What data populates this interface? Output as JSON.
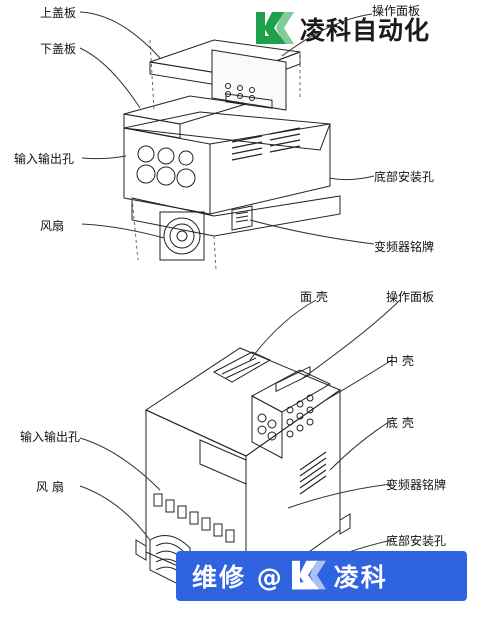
{
  "watermark_top": {
    "text": "凌科自动化"
  },
  "watermark_bottom": {
    "prefix": "维修 @",
    "suffix": "凌科"
  },
  "diagram_top": {
    "labels": {
      "upper_cover": "上盖板",
      "lower_cover": "下盖板",
      "operation_panel": "操作面板",
      "io_holes": "输入输出孔",
      "fan": "风扇",
      "bottom_mount_holes": "底部安装孔",
      "nameplate": "变频器铭牌"
    }
  },
  "diagram_bottom": {
    "labels": {
      "face_shell": "面 壳",
      "operation_panel": "操作面板",
      "middle_shell": "中 壳",
      "base_shell": "底 壳",
      "io_holes": "输入输出孔",
      "nameplate": "变频器铭牌",
      "fan": "风 扇",
      "bottom_mount_holes": "底部安装孔"
    }
  },
  "colors": {
    "brand_green": "#1fa04a",
    "brand_blue": "#2f63e0",
    "line": "#222222"
  }
}
